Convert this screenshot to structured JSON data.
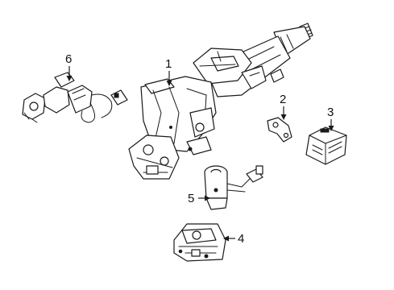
{
  "callouts": {
    "c1": "1",
    "c2": "2",
    "c3": "3",
    "c4": "4",
    "c5": "5",
    "c6": "6"
  },
  "style": {
    "background": "#ffffff",
    "line_color": "#1a1a1a"
  }
}
